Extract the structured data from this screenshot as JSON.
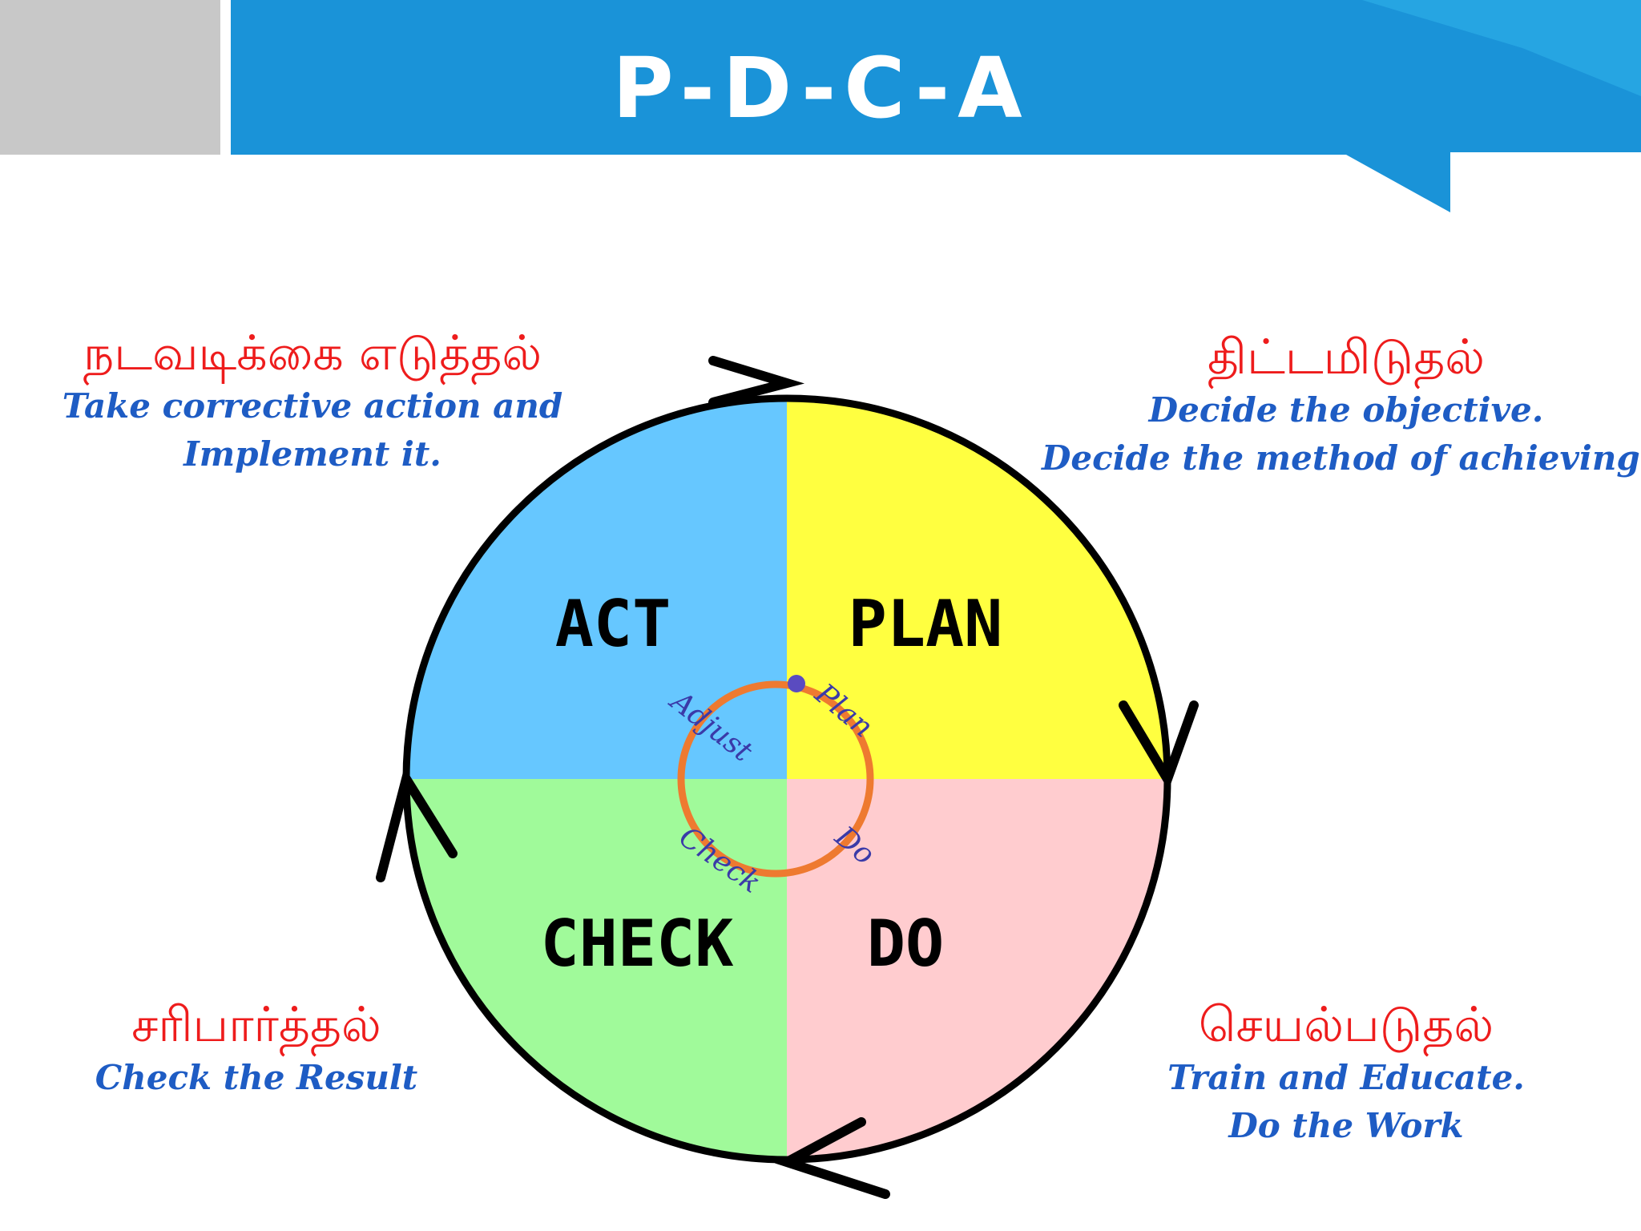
{
  "title": "P-D-C-A",
  "colors": {
    "banner": "#1a93d8",
    "act": "#66c7ff",
    "plan": "#ffff40",
    "check": "#a0fa9a",
    "do": "#ffcccf",
    "inner_ring": "#ee7a30",
    "tamil_text": "#ee1c1c",
    "english_text": "#1e5cc4"
  },
  "quadrants": {
    "act": "ACT",
    "plan": "PLAN",
    "check": "CHECK",
    "do": "DO"
  },
  "inner_cycle": {
    "plan": "Plan",
    "do": "Do",
    "check": "Check",
    "adjust": "Adjust"
  },
  "captions": {
    "act": {
      "tamil": "நடவடிக்கை  எடுத்தல்",
      "english": [
        "Take corrective action and",
        "Implement it."
      ]
    },
    "plan": {
      "tamil": "திட்டமிடுதல்",
      "english": [
        "Decide the objective.",
        "Decide the method of achieving it"
      ]
    },
    "check": {
      "tamil": "சரிபார்த்தல்",
      "english": [
        "Check the Result"
      ]
    },
    "do": {
      "tamil": "செயல்படுதல்",
      "english": [
        "Train and Educate.",
        "Do the Work"
      ]
    }
  }
}
